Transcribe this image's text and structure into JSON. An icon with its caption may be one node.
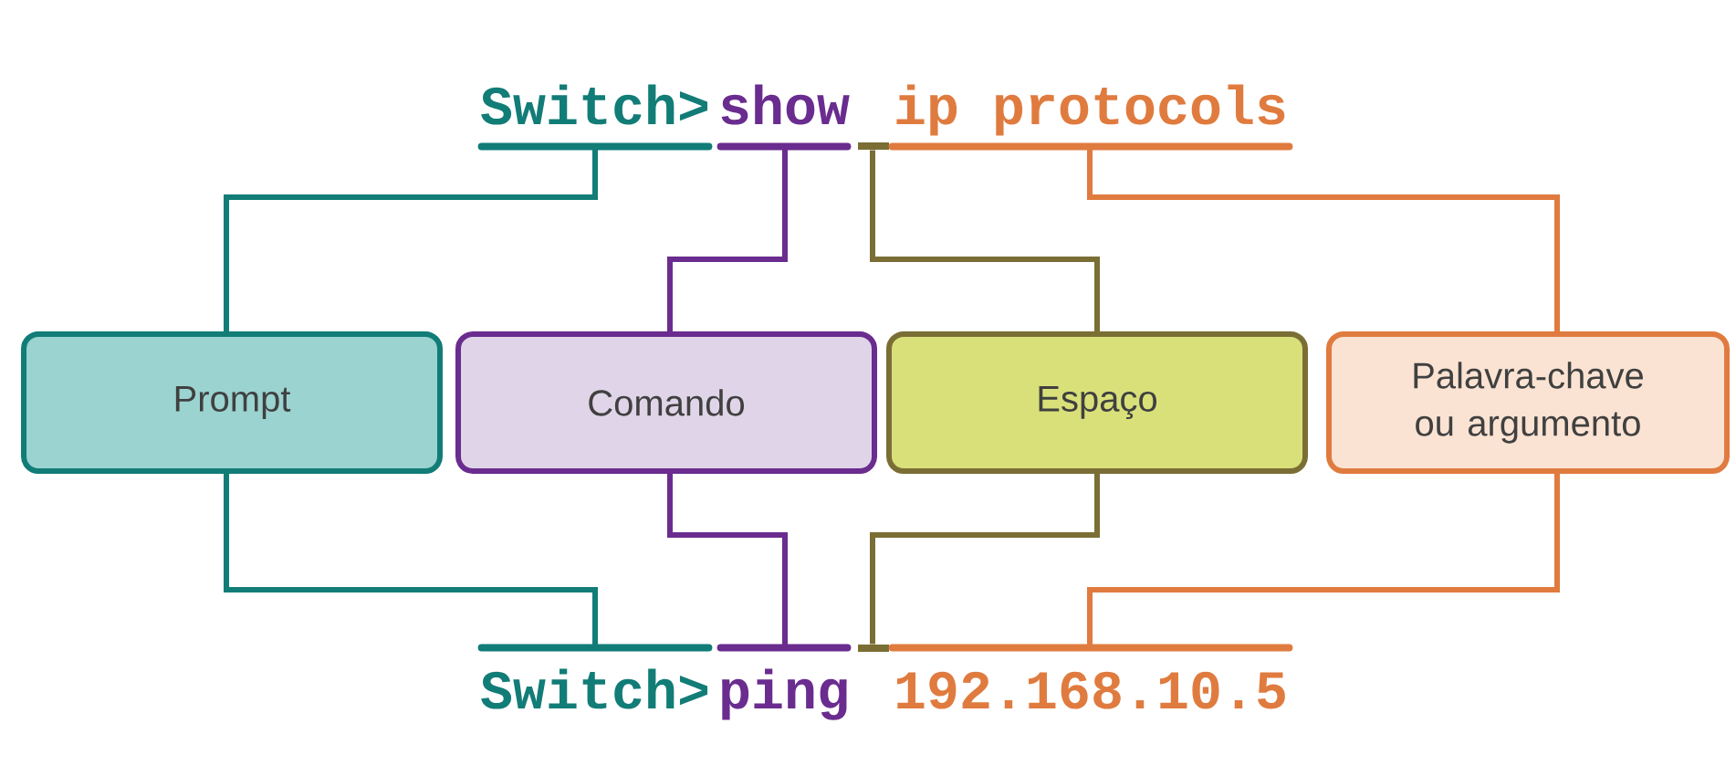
{
  "diagram": {
    "nodes": [
      {
        "text": [
          "Prompt"
        ]
      },
      {
        "text": [
          "Comando"
        ]
      },
      {
        "text": [
          "Espaço"
        ]
      },
      {
        "text": [
          "Palavra-chave ou argumento"
        ]
      },
      {
        "text": [
          "Switch>"
        ]
      },
      {
        "text": [
          "show"
        ]
      },
      {
        "text": [],
        "shape": "bar"
      },
      {
        "text": [
          "ip protocols"
        ]
      },
      {
        "text": [
          "Switch>"
        ]
      },
      {
        "text": [
          "ping"
        ]
      },
      {
        "text": [],
        "shape": "bar"
      },
      {
        "text": [
          "192.168.10.5"
        ]
      }
    ],
    "edges": [
      {
        "from": 0,
        "to": 4,
        "arrow": "none",
        "color": "#127c77"
      },
      {
        "from": 1,
        "to": 5,
        "arrow": "none",
        "color": "#6a2c8e"
      },
      {
        "from": 2,
        "to": 6,
        "arrow": "none",
        "color": "#7a6e35"
      },
      {
        "from": 3,
        "to": 7,
        "arrow": "none",
        "color": "#e07b3f"
      },
      {
        "from": 0,
        "to": 8,
        "arrow": "none",
        "color": "#127c77"
      },
      {
        "from": 1,
        "to": 9,
        "arrow": "none",
        "color": "#6a2c8e"
      },
      {
        "from": 2,
        "to": 10,
        "arrow": "none",
        "color": "#7a6e35"
      },
      {
        "from": 3,
        "to": 11,
        "arrow": "none",
        "color": "#e07b3f"
      }
    ]
  }
}
